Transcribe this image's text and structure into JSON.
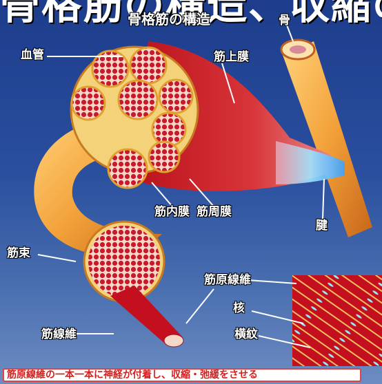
{
  "header_text": "骨格筋の構造、収縮の仕",
  "title": "骨格筋の構造",
  "labels": {
    "bone": "骨",
    "blood_vessel": "血管",
    "epimysium": "筋上膜",
    "endomysium": "筋内膜",
    "perimysium": "筋周膜",
    "tendon": "腱",
    "fascicle": "筋束",
    "myofibril": "筋原線維",
    "nucleus": "核",
    "striation": "横紋",
    "muscle_fiber": "筋線維"
  },
  "caption": "筋原線維の一本一本に神経が付着し、収縮・弛緩をさせる"
}
